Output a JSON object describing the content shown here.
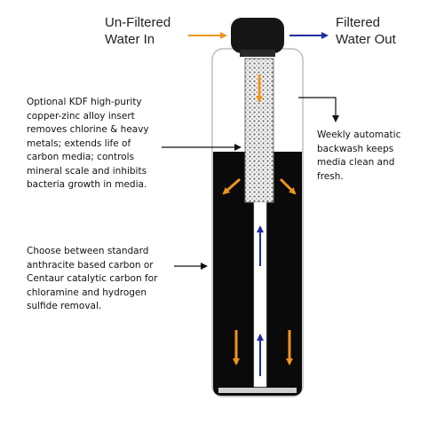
{
  "labels": {
    "inlet": "Un-Filtered\nWater In",
    "outlet": "Filtered\nWater Out",
    "kdf": "Optional KDF high-purity\ncopper-zinc alloy insert\nremoves chlorine & heavy\nmetals; extends life of\ncarbon media; controls\nmineral scale and inhibits\nbacteria growth in media.",
    "backwash": "Weekly automatic\nbackwash keeps\nmedia clean and\nfresh.",
    "media": "Choose between standard\nanthracite based carbon or\nCentaur catalytic carbon for\nchloramine and hydrogen\nsulfide removal."
  },
  "colors": {
    "media": "#0a0a0a",
    "tank_outline": "#bdbdbd",
    "flow_down": "#f0941e",
    "flow_up": "#1f2d9e",
    "outlet_arrow": "#1f2d9e",
    "inlet_arrow": "#f0941e"
  }
}
